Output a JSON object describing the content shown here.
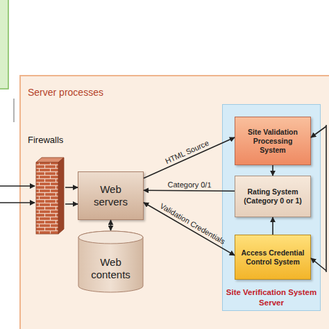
{
  "diagram": {
    "nodes": [
      {
        "text": [
          "Server processes"
        ]
      },
      {
        "text": [
          "Firewalls"
        ],
        "in": 0
      },
      {
        "text": [
          "Web servers"
        ],
        "in": 0
      },
      {
        "text": [
          "Web contents"
        ],
        "in": 0
      },
      {
        "text": [
          "Site Verification System Server"
        ],
        "in": 0
      },
      {
        "text": [
          "Site Validation Processing System"
        ],
        "in": 4
      },
      {
        "text": [
          "Rating System (Category 0 or 1)"
        ],
        "in": 4
      },
      {
        "text": [
          "Access Credential Control System"
        ],
        "in": 4
      }
    ],
    "edges": [
      {
        "from": 1,
        "to": 2,
        "arrow": "to"
      },
      {
        "from": 1,
        "to": 2,
        "arrow": "to"
      },
      {
        "from": 2,
        "to": 3,
        "arrow": "both"
      },
      {
        "from": 2,
        "to": 5,
        "label": "HTML Source",
        "arrow": "to"
      },
      {
        "from": 6,
        "to": 2,
        "label": "Category 0/1",
        "arrow": "to"
      },
      {
        "from": 2,
        "to": 7,
        "label": "Validation Credentials",
        "arrow": "both"
      },
      {
        "from": 5,
        "to": 6,
        "arrow": "to"
      },
      {
        "from": 7,
        "to": 6,
        "arrow": "to"
      }
    ]
  }
}
